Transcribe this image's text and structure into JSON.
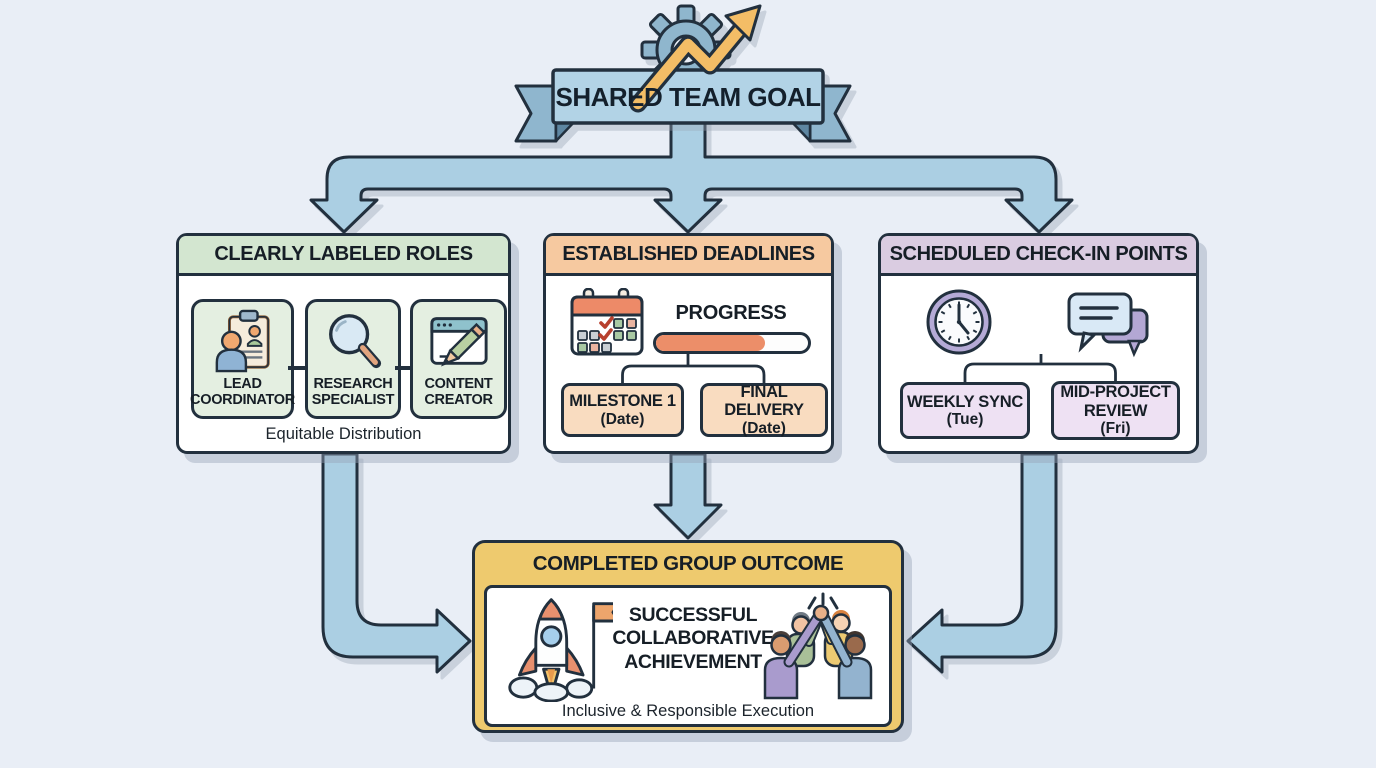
{
  "banner": {
    "title": "SHARED TEAM GOAL"
  },
  "roles_box": {
    "title": "CLEARLY LABELED ROLES",
    "roles": [
      {
        "label": "LEAD COORDINATOR",
        "icon": "person-clipboard-icon"
      },
      {
        "label": "RESEARCH SPECIALIST",
        "icon": "magnifier-icon"
      },
      {
        "label": "CONTENT CREATOR",
        "icon": "document-pencil-icon"
      }
    ],
    "footer": "Equitable Distribution"
  },
  "deadlines_box": {
    "title": "ESTABLISHED DEADLINES",
    "icon": "calendar-icon",
    "progress_label": "PROGRESS",
    "progress_percent": 72,
    "milestones": [
      {
        "name": "MILESTONE 1",
        "date": "(Date)"
      },
      {
        "name": "FINAL DELIVERY",
        "date": "(Date)"
      }
    ]
  },
  "checkins_box": {
    "title": "SCHEDULED CHECK-IN POINTS",
    "icons": [
      "clock-icon",
      "chat-bubbles-icon"
    ],
    "meetings": [
      {
        "name": "WEEKLY SYNC",
        "day": "(Tue)"
      },
      {
        "name": "MID-PROJECT REVIEW",
        "day": "(Fri)"
      }
    ]
  },
  "outcome_box": {
    "title": "COMPLETED GROUP OUTCOME",
    "headline": "SUCCESSFUL COLLABORATIVE ACHIEVEMENT",
    "footer": "Inclusive & Responsible Execution",
    "icons": [
      "rocket-launch-icon",
      "team-high-five-icon"
    ]
  },
  "banner_icons": [
    "gear-icon",
    "trend-arrow-icon"
  ],
  "colors": {
    "background": "#e9eef6",
    "outline": "#22303e",
    "connector_blue": "#abcfe3",
    "ribbon_blue": "#b2d3e6",
    "roles_green": "#d3e6d0",
    "role_card_green": "#e4efe1",
    "deadlines_peach": "#f6c9a0",
    "milestone_peach": "#f9dcc0",
    "checkins_mauve": "#dacce1",
    "meeting_lilac": "#eee1f3",
    "outcome_yellow": "#eeca6e",
    "progress_orange": "#ec8e69",
    "arrow_orange": "#f3bd66"
  }
}
